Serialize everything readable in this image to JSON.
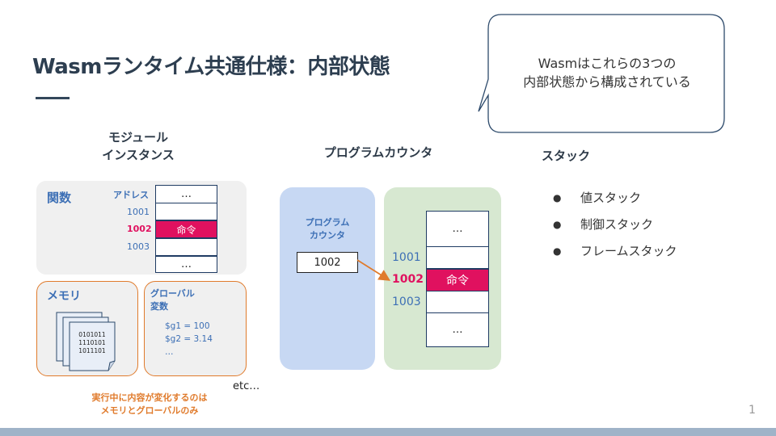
{
  "title": "Wasmランタイム共通仕様：内部状態",
  "callout": {
    "line1": "Wasmはこれらの3つの",
    "line2": "内部状態から構成されている"
  },
  "module_instance": {
    "heading_line1": "モジュール",
    "heading_line2": "インスタンス",
    "functions": {
      "label": "関数",
      "address_header": "アドレス",
      "addresses": [
        "1001",
        "1002",
        "1003"
      ],
      "cells": [
        "…",
        "",
        "命令",
        "",
        "…"
      ]
    },
    "memory": {
      "label": "メモリ",
      "binary": [
        "0101011",
        "1110101",
        "1011101"
      ]
    },
    "globals": {
      "label_line1": "グローバル",
      "label_line2": "変数",
      "values": [
        "$g1 = 100",
        "$g2 = 3.14",
        "…"
      ]
    },
    "etc": "etc…",
    "note_line1": "実行中に内容が変化するのは",
    "note_line2": "メモリとグローバルのみ"
  },
  "program_counter": {
    "heading": "プログラムカウンタ",
    "inner_label_line1": "プログラム",
    "inner_label_line2": "カウンタ",
    "value": "1002",
    "addresses": [
      "1001",
      "1002",
      "1003"
    ],
    "cells": [
      "…",
      "",
      "命令",
      "",
      "…"
    ]
  },
  "stack": {
    "heading": "スタック",
    "bullet": "●",
    "items": [
      "値スタック",
      "制御スタック",
      "フレームスタック"
    ]
  },
  "page_number": "1",
  "colors": {
    "accent_red": "#e0115f",
    "accent_orange": "#e07b2c",
    "blue_text": "#3c6fb5",
    "pc_panel": "#c7d8f3",
    "memory_panel": "#d7e8d1"
  }
}
